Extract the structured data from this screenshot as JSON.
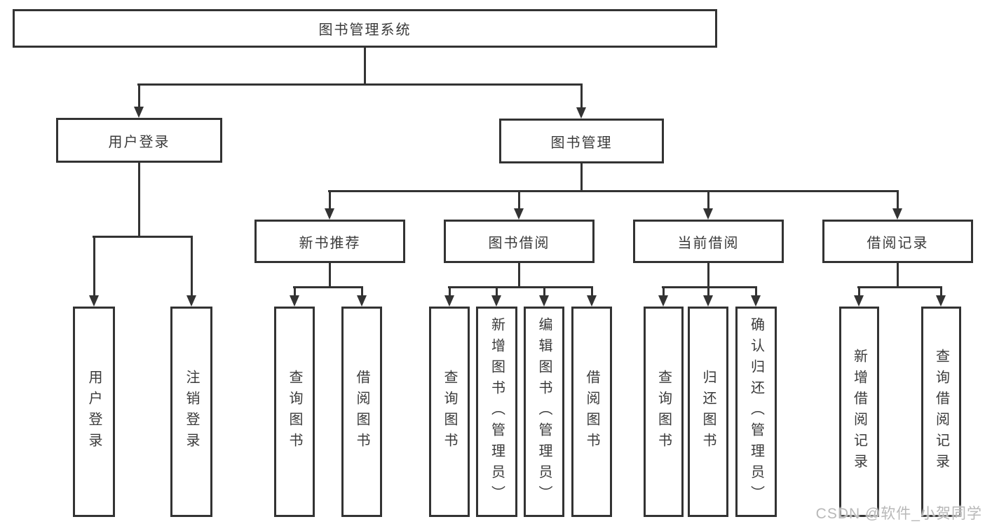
{
  "tree": {
    "root": {
      "label": "图书管理系统",
      "children": [
        {
          "label": "用户登录",
          "children": [
            {
              "label": "用户登录"
            },
            {
              "label": "注销登录"
            }
          ]
        },
        {
          "label": "图书管理",
          "children": [
            {
              "label": "新书推荐",
              "children": [
                {
                  "label": "查询图书"
                },
                {
                  "label": "借阅图书"
                }
              ]
            },
            {
              "label": "图书借阅",
              "children": [
                {
                  "label": "查询图书"
                },
                {
                  "label": "新增图书（管理员）"
                },
                {
                  "label": "编辑图书（管理员）"
                },
                {
                  "label": "借阅图书"
                }
              ]
            },
            {
              "label": "当前借阅",
              "children": [
                {
                  "label": "查询图书"
                },
                {
                  "label": "归还图书"
                },
                {
                  "label": "确认归还（管理员）"
                }
              ]
            },
            {
              "label": "借阅记录",
              "children": [
                {
                  "label": "新增借阅记录"
                },
                {
                  "label": "查询借阅记录"
                }
              ]
            }
          ]
        }
      ]
    }
  },
  "watermark": "CSDN @软件_小贺同学",
  "colors": {
    "line": "#333333",
    "text": "#3a3a3a",
    "box_background": "#ffffff",
    "watermark": "#b8b8b8"
  }
}
